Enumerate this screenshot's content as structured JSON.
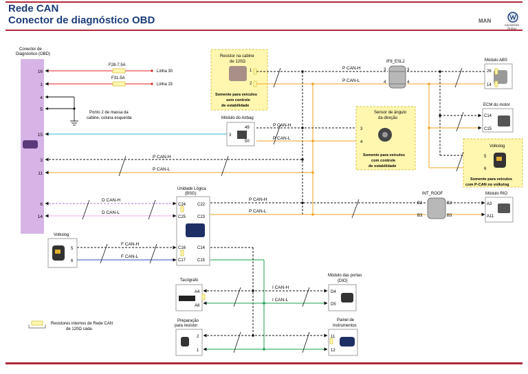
{
  "header": {
    "title": "Rede CAN",
    "subtitle": "Conector de diagnóstico OBD"
  },
  "logo": {
    "brand": "MAN",
    "line1": "Caminhões",
    "line2": "Ônibus"
  },
  "colors": {
    "accent": "#b0283a",
    "title": "#1a3c7a",
    "obd": "#d6b4e6",
    "pcan": "#f0a020",
    "fcan": "#3548c8",
    "ican": "#18a04a",
    "dcan": "#b070d0",
    "cyan": "#30b8d0",
    "power": "#e02020",
    "black": "#111111",
    "yellow_box": "#fff7b0"
  },
  "obd": {
    "title_line1": "Conector de",
    "title_line2": "Diagnóstico (OBD)",
    "pins": [
      "16",
      "1",
      "4",
      "5",
      "15",
      "3",
      "11",
      "6",
      "14"
    ]
  },
  "fuses": {
    "f1": "F28-7,5A",
    "f2": "F31-5A"
  },
  "lines": {
    "linha30": "Linha 30",
    "linha15": "Linha 15"
  },
  "ground": {
    "line1": "Ponto 2 de massa da",
    "line2": "cabine, coluna esquerda"
  },
  "resistor_box": {
    "line1": "Resistor na cabine",
    "line2": "de 120Ω",
    "pin1": "1",
    "pin2": "2",
    "note1": "Somente para veículos",
    "note2": "sem controle",
    "note3": "de estabilidade"
  },
  "airbag": {
    "title": "Módulo do Airbag",
    "pin3": "3",
    "pin49": "49",
    "pin50": "50"
  },
  "ife": {
    "title": "IF8_ESL2",
    "l3": "3",
    "l4": "4",
    "r3": "3",
    "r4": "4"
  },
  "steer": {
    "line1": "Sensor de ângulo",
    "line2": "da direção",
    "pin3": "3",
    "pin4": "4",
    "note1": "Somente para veículos",
    "note2": "com controle",
    "note3": "de estabilidade"
  },
  "abs": {
    "title": "Módulo ABS",
    "pin26": "26",
    "pin14": "14"
  },
  "ecm": {
    "title": "ECM do motor",
    "pinC14": "C14",
    "pinC15": "C15"
  },
  "volkslog_r": {
    "title": "Volkslog",
    "pin5": "5",
    "pin6": "6",
    "note1": "Somente para veículos",
    "note2": "com P-CAN no volkslog"
  },
  "bsg": {
    "line1": "Unidade Lógica",
    "line2": "(BSG)",
    "C24": "C24",
    "C25": "C25",
    "C22": "C22",
    "C23": "C23",
    "C16": "C16",
    "C17": "C17",
    "C14": "C14",
    "C15": "C15"
  },
  "introof": {
    "title": "INT_ROOF",
    "B2l": "B2",
    "B3l": "B3",
    "B2r": "B2",
    "B3r": "B3"
  },
  "rio": {
    "title": "Módulo RIO",
    "A3": "A3",
    "A11": "A11"
  },
  "volkslog_l": {
    "title": "Volkslog",
    "pin5": "5",
    "pin6": "6"
  },
  "taco": {
    "title": "Tacógrafo",
    "A4": "A4",
    "A8": "A8"
  },
  "doors": {
    "line1": "Módulo das portas",
    "line2": "(DIO)",
    "D4": "D4",
    "D5": "D5"
  },
  "prep": {
    "line1": "Preparação",
    "line2": "para resistor",
    "pin2": "2",
    "pin1": "1"
  },
  "panel": {
    "line1": "Painel de",
    "line2": "Instrumentos",
    "pin11": "11",
    "pin12": "12"
  },
  "labels": {
    "pcanh": "P CAN-H",
    "pcanl": "P CAN-L",
    "dcanh": "D CAN-H",
    "dcanl": "D CAN-L",
    "fcanh": "F CAN-H",
    "fcanl": "F CAN-L",
    "icanh": "I CAN-H",
    "icanl": "I CAN-L"
  },
  "legend": {
    "line1": "Resistores internos de Rede CAN",
    "line2": "de 120Ω cada."
  }
}
